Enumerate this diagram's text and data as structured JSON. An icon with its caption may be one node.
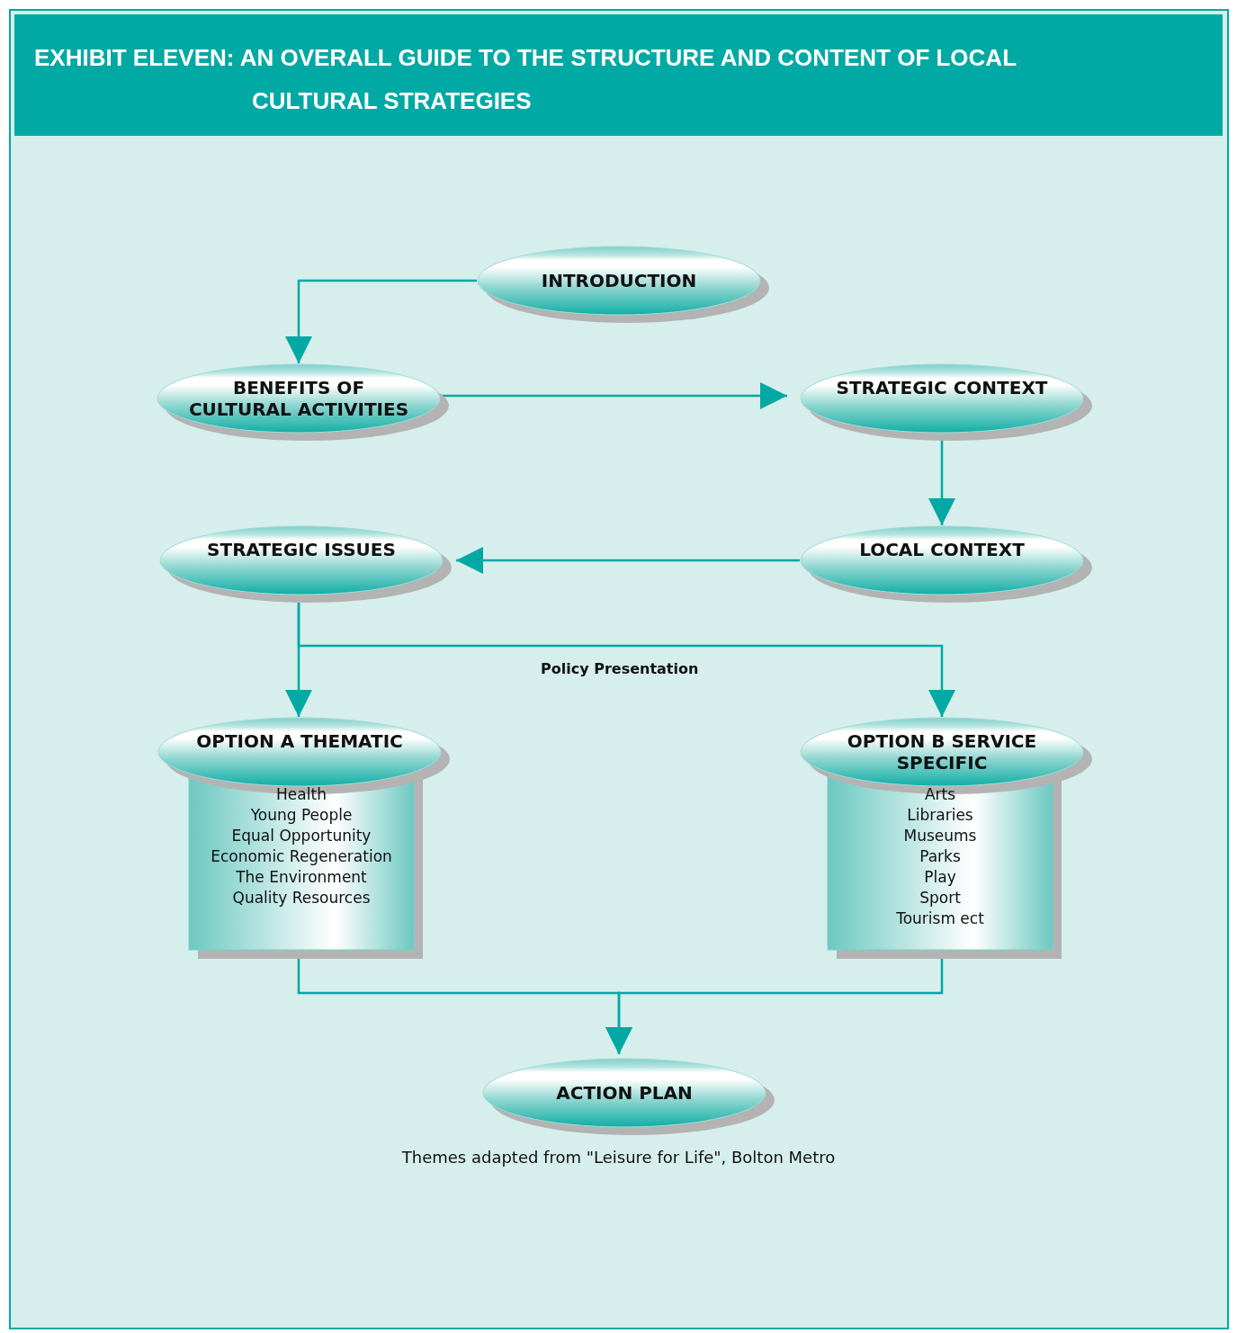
{
  "diagram": {
    "title": "EXHIBIT ELEVEN: AN OVERALL GUIDE TO THE STRUCTURE AND CONTENT OF LOCAL CULTURAL STRATEGIES",
    "caption": "Themes adapted from \"Leisure for Life\", Bolton Metro",
    "nodes": [
      {
        "text": [
          "INTRODUCTION"
        ]
      },
      {
        "text": [
          "BENEFITS OF CULTURAL ACTIVITIES"
        ]
      },
      {
        "text": [
          "STRATEGIC CONTEXT"
        ]
      },
      {
        "text": [
          "STRATEGIC ISSUES"
        ]
      },
      {
        "text": [
          "LOCAL CONTEXT"
        ]
      },
      {
        "text": [
          "OPTION A THEMATIC",
          "Health",
          "Young People",
          "Equal Opportunity",
          "Economic Regeneration",
          "The Environment",
          "Quality Resources"
        ]
      },
      {
        "text": [
          "OPTION B SERVICE SPECIFIC",
          "Arts",
          "Libraries",
          "Museums",
          "Parks",
          "Play",
          "Sport",
          "Tourism ect"
        ]
      },
      {
        "text": [
          "ACTION PLAN"
        ]
      }
    ],
    "edges": [
      {
        "from": 0,
        "to": 1,
        "arrow": "to"
      },
      {
        "from": 1,
        "to": 2,
        "arrow": "to"
      },
      {
        "from": 2,
        "to": 4,
        "arrow": "to"
      },
      {
        "from": 4,
        "to": 3,
        "arrow": "to"
      },
      {
        "from": 3,
        "to": 5,
        "arrow": "to"
      },
      {
        "from": 3,
        "to": 6,
        "arrow": "to",
        "label": "Policy Presentation"
      },
      {
        "from": 5,
        "to": 7,
        "arrow": "to"
      },
      {
        "from": 6,
        "to": 7,
        "arrow": "to"
      }
    ]
  }
}
